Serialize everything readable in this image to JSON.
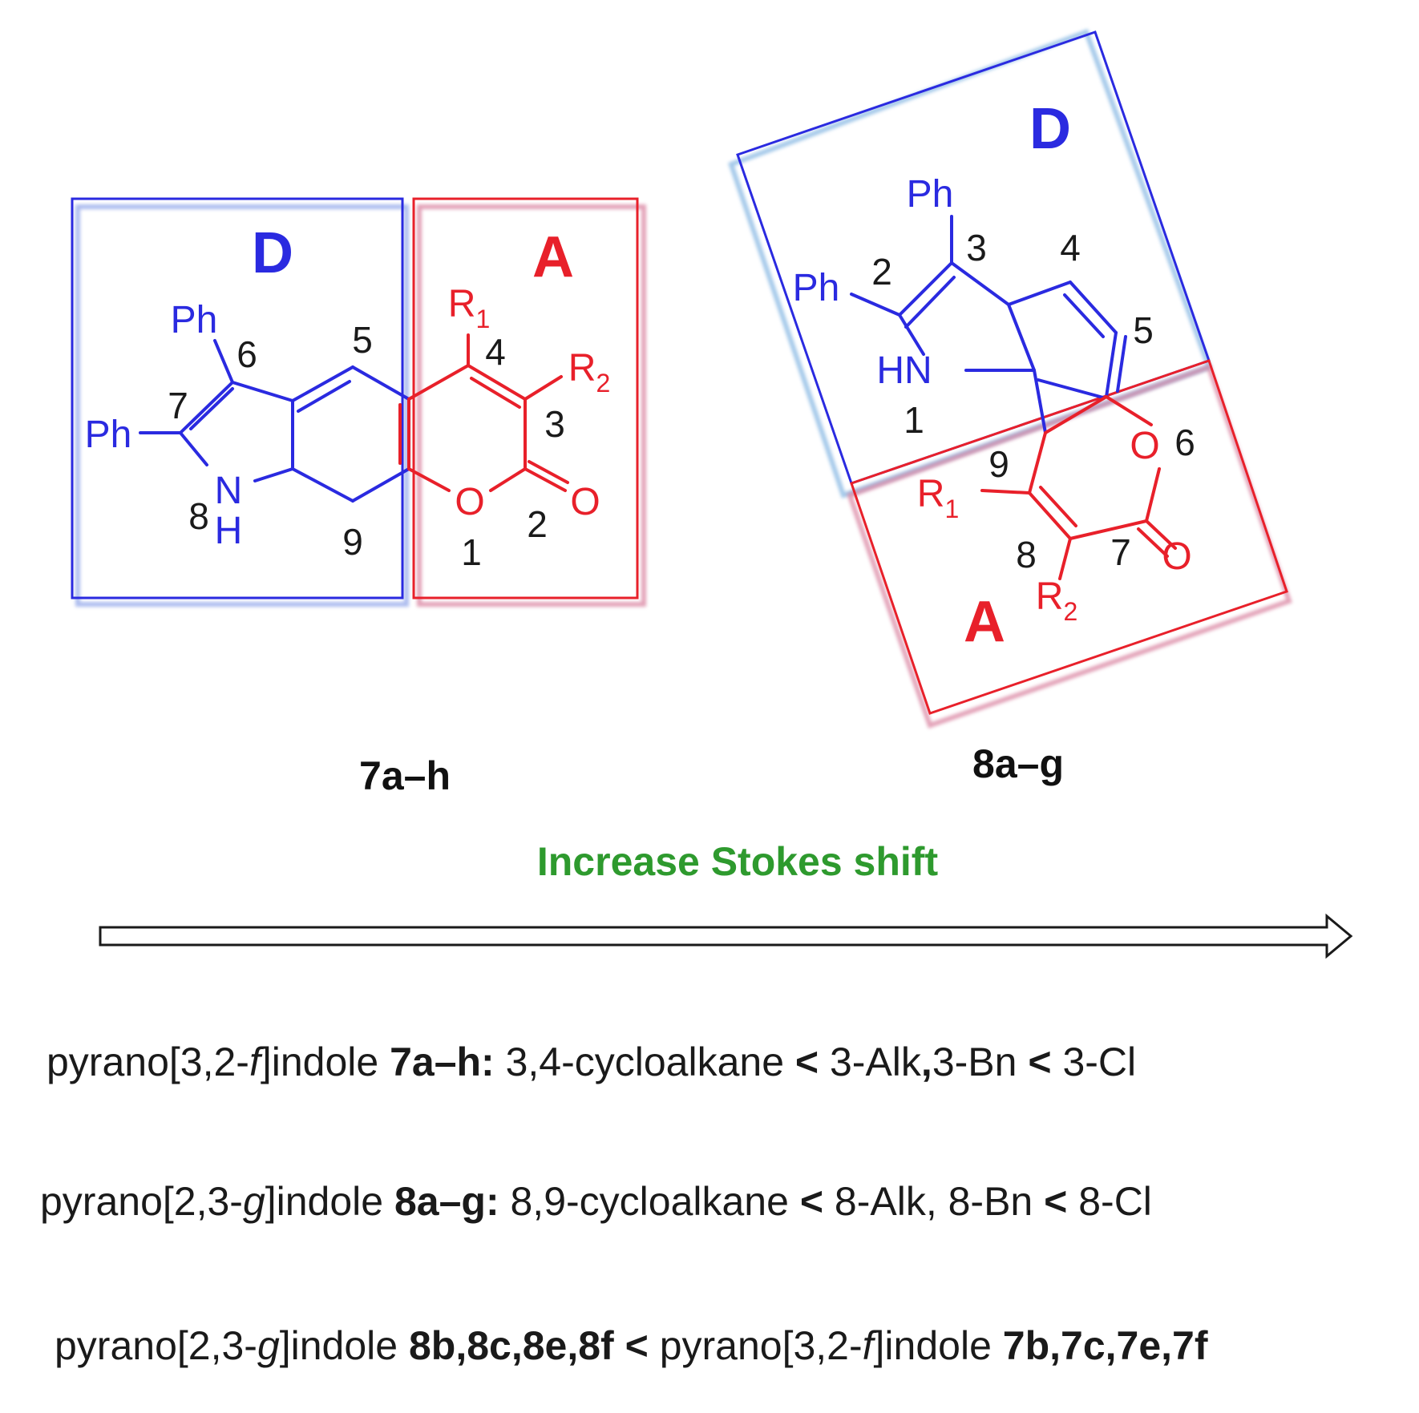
{
  "colors": {
    "donor": "#2a2ae0",
    "acceptor": "#e8202a",
    "arrow_text": "#2e9a2e",
    "text": "#1a1a1a"
  },
  "left": {
    "donor_label": "D",
    "acceptor_label": "A",
    "ph_top": "Ph",
    "ph_left": "Ph",
    "n_5": "5",
    "n_6": "6",
    "n_7": "7",
    "n_8": "8",
    "n_9": "9",
    "n_4": "4",
    "n_3": "3",
    "n_2": "2",
    "n_1": "1",
    "nh_n": "N",
    "nh_h": "H",
    "r1_r": "R",
    "r1_sub": "1",
    "r2_r": "R",
    "r2_sub": "2",
    "o_ring": "O",
    "o_carbonyl": "O",
    "caption": "7a–h"
  },
  "right": {
    "donor_label": "D",
    "acceptor_label": "A",
    "ph_top": "Ph",
    "ph_left": "Ph",
    "hn": "HN",
    "n_1": "1",
    "n_2": "2",
    "n_3": "3",
    "n_4": "4",
    "n_5": "5",
    "n_6": "6",
    "n_7": "7",
    "n_8": "8",
    "n_9": "9",
    "r1_r": "R",
    "r1_sub": "1",
    "r2_r": "R",
    "r2_sub": "2",
    "o_ring": "O",
    "o_carbonyl": "O",
    "caption": "8a–g"
  },
  "arrow_label": "Increase Stokes shift",
  "lines": [
    {
      "pre": "pyrano[3,2-",
      "ital": "f",
      "post": "]indole ",
      "bold": "7a–h:",
      "rest1": " 3,4-cycloalkane ",
      "lt1": "<",
      "rest2": " 3-Alk",
      "comma": ",",
      "rest3": "3-Bn ",
      "lt2": "<",
      "rest4": " 3-Cl"
    },
    {
      "pre": "pyrano[2,3-",
      "ital": "g",
      "post": "]indole ",
      "bold": "8a–g:",
      "rest1": " 8,9-cycloalkane ",
      "lt1": "<",
      "rest2": " 8-Alk",
      "comma": ",",
      "rest3": " 8-Bn ",
      "lt2": "<",
      "rest4": " 8-Cl"
    },
    {
      "pre": "pyrano[2,3-",
      "ital": "g",
      "post": "]indole ",
      "bold": "8b,8c,8e,8f",
      "mid": " < ",
      "pre2": "pyrano[3,2-",
      "ital2": "f",
      "post2": "]indole ",
      "bold2": "7b,7c,7e,7f"
    }
  ]
}
